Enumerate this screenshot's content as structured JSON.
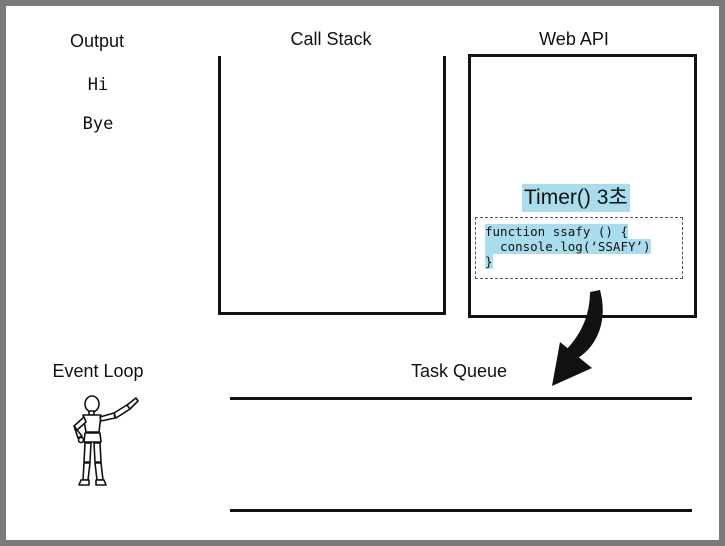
{
  "columns": {
    "output": "Output",
    "call_stack": "Call Stack",
    "web_api": "Web API"
  },
  "output_lines": [
    "Hi",
    "Bye"
  ],
  "web_api": {
    "timer": "Timer() 3초",
    "callback_code": [
      "function ssafy () {",
      "  console.log(‘SSAFY’)",
      "}"
    ]
  },
  "event_loop": {
    "label": "Event Loop"
  },
  "task_queue": {
    "label": "Task Queue"
  },
  "colors": {
    "highlight": "#a9dcec",
    "frame": "#7a7a7a",
    "ink": "#111111"
  },
  "icons": [
    "arrow-icon",
    "event-loop-figure-icon"
  ]
}
